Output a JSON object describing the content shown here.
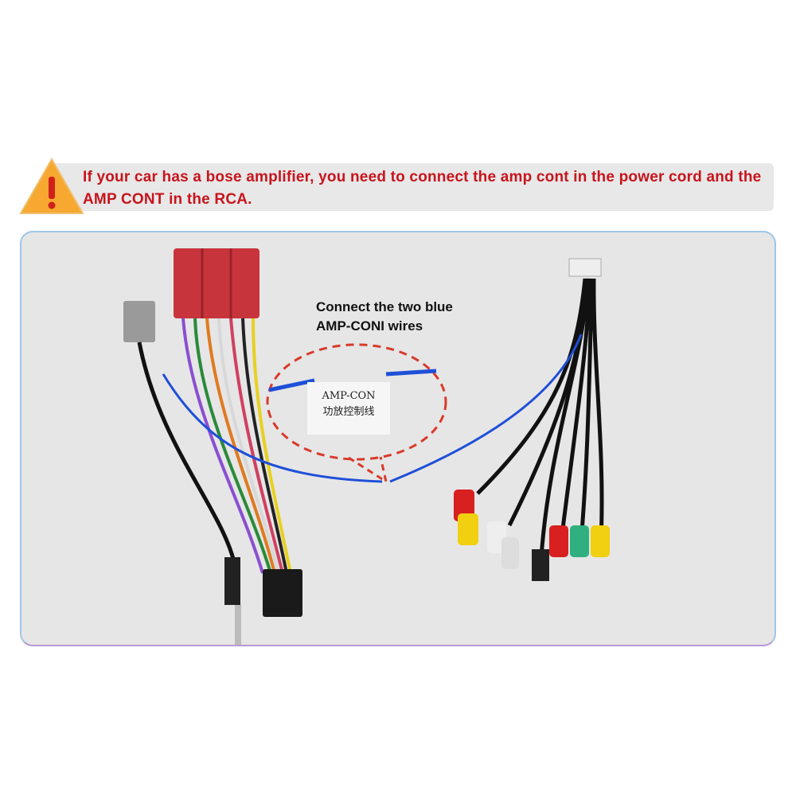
{
  "warning": {
    "icon": "warning-triangle-icon",
    "text": "If your car has a bose amplifier, you need to connect the amp cont in the power cord and the AMP CONT in the RCA."
  },
  "callout": {
    "line1": "Connect the two blue",
    "line2": "AMP-CONI wires"
  },
  "wire_label": {
    "line1": "AMP-CON",
    "line2": "功放控制线"
  },
  "colors": {
    "warning_text": "#c8141c",
    "accent_wire": "#1e4fd8",
    "dashed": "#d83a2a"
  }
}
